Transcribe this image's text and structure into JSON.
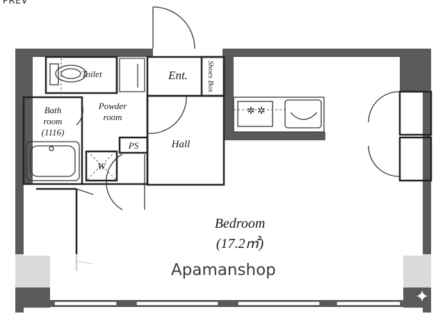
{
  "header": {
    "prev_label": "PREV"
  },
  "rooms": {
    "toilet": "Toilet",
    "entrance": "Ent.",
    "shoes_box": "Shoes Box",
    "powder_room": [
      "Powder",
      "room"
    ],
    "bath_room": [
      "Bath",
      "room",
      "(1116)"
    ],
    "ps": "PS",
    "washer": "W",
    "hall": "Hall",
    "bedroom": "Bedroom",
    "bedroom_area": "(17.2㎡)"
  },
  "watermark": {
    "text": "Apamanshop",
    "logo_icon": "sparkle-icon"
  },
  "colors": {
    "wall": "#555555",
    "line": "#222222",
    "watermark_band": "#ffffff"
  }
}
